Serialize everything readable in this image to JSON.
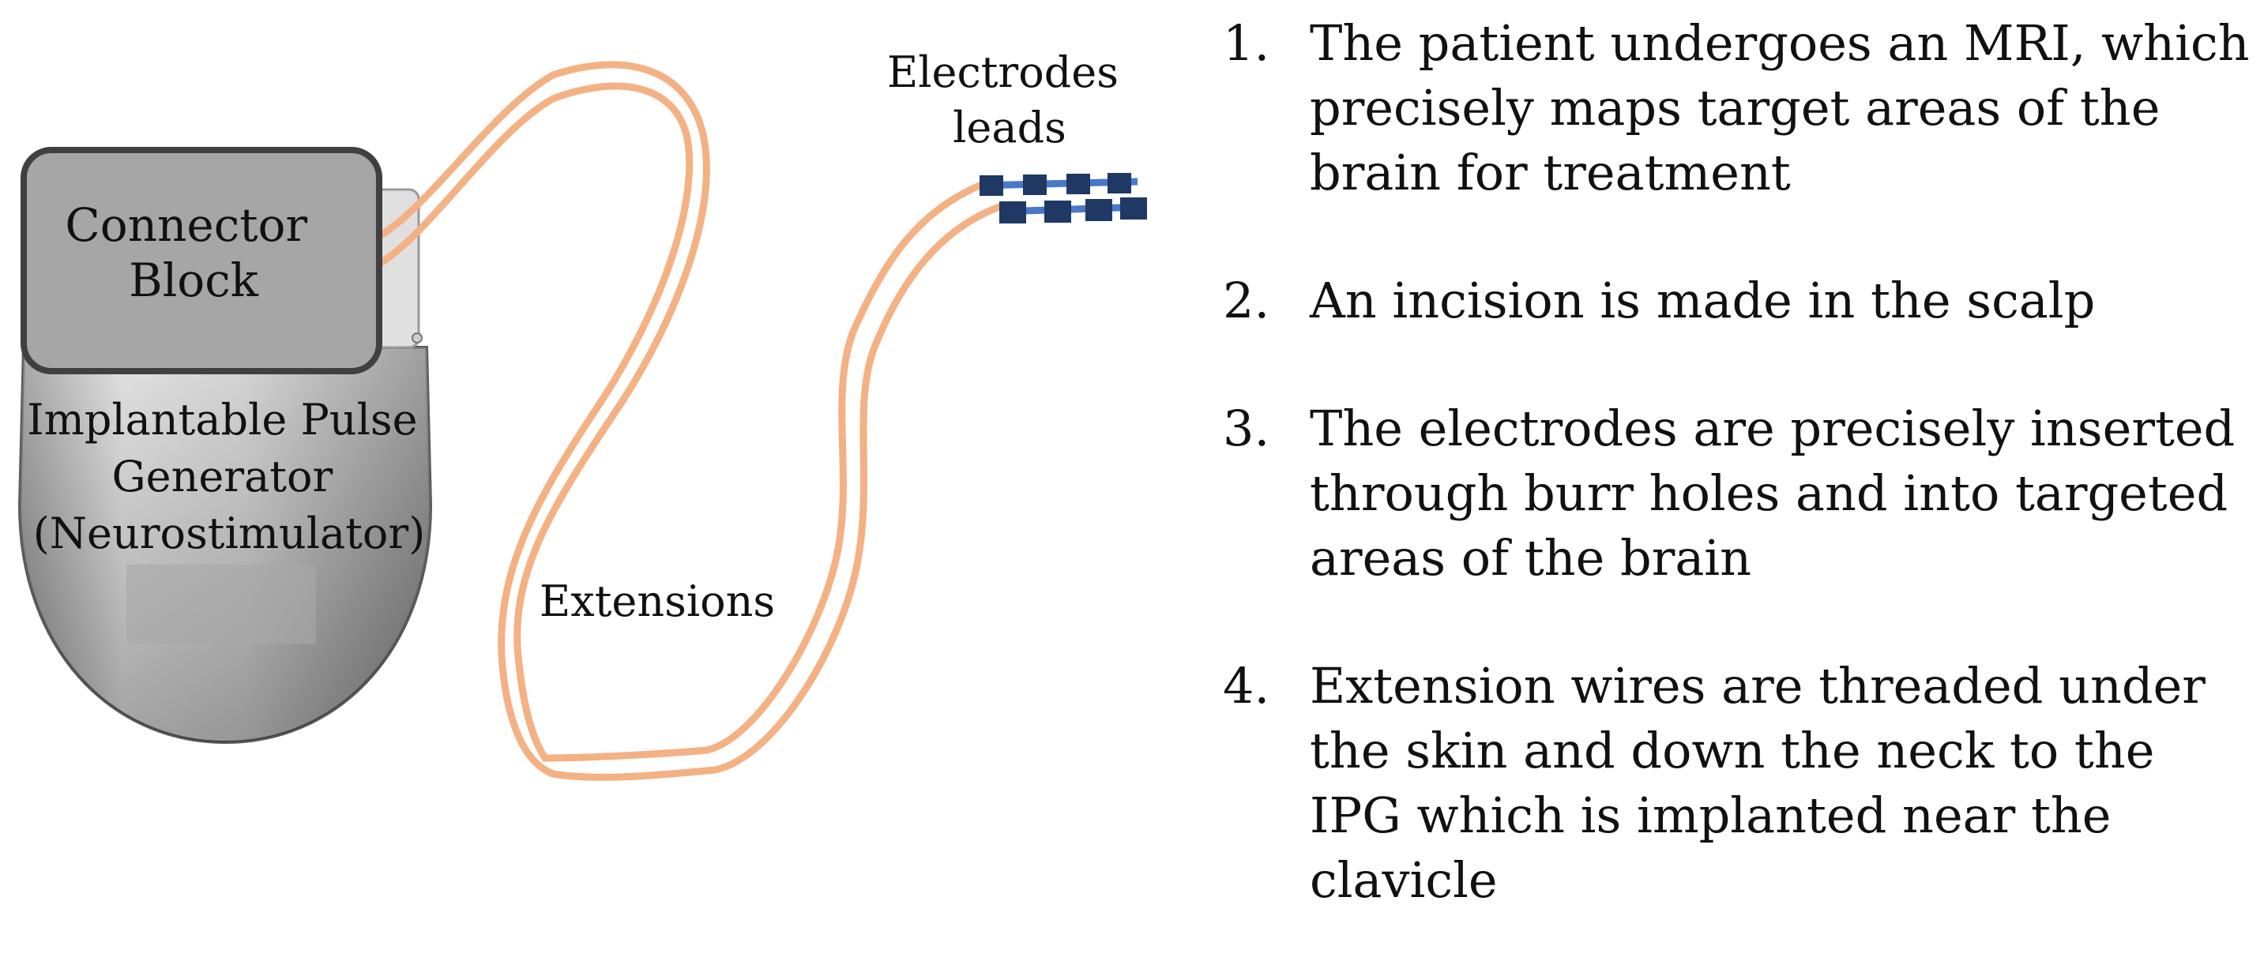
{
  "diagram": {
    "labels": {
      "connector_block": [
        "Connector",
        "Block"
      ],
      "ipg": [
        "Implantable Pulse",
        "Generator",
        "(Neurostimulator)"
      ],
      "extensions": "Extensions",
      "electrodes": [
        "Electrodes",
        "leads"
      ]
    },
    "colors": {
      "wire": "#f4b183",
      "electrode": "#1f3864",
      "electrode_band": "#4a78c8",
      "connector_fill": "#a6a6a6",
      "connector_border": "#404040",
      "ipg_body": "#bfbfbf"
    }
  },
  "steps": [
    {
      "number": "1.",
      "text": "The patient undergoes an MRI, which precisely maps target areas of the brain for treatment"
    },
    {
      "number": "2.",
      "text": "An incision is made in the scalp"
    },
    {
      "number": "3.",
      "text": "The electrodes are precisely inserted through burr holes and into targeted areas of the brain"
    },
    {
      "number": "4.",
      "text": "Extension wires are threaded under the skin and down the neck to the IPG which is implanted near the clavicle"
    }
  ]
}
